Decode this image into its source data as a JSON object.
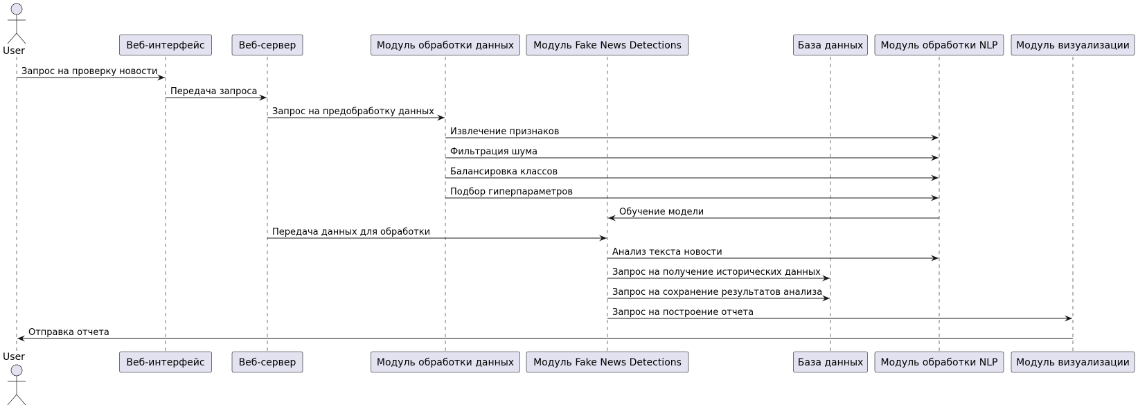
{
  "diagram": {
    "type": "sequence",
    "participants": [
      {
        "id": "user",
        "label": "User",
        "kind": "actor"
      },
      {
        "id": "web_ui",
        "label": "Веб-интерфейс",
        "kind": "participant"
      },
      {
        "id": "web_server",
        "label": "Веб-сервер",
        "kind": "participant"
      },
      {
        "id": "data_proc",
        "label": "Модуль обработки данных",
        "kind": "participant"
      },
      {
        "id": "fake_news",
        "label": "Модуль Fake News Detections",
        "kind": "participant"
      },
      {
        "id": "db",
        "label": "База данных",
        "kind": "participant"
      },
      {
        "id": "nlp",
        "label": "Модуль обработки NLP",
        "kind": "participant"
      },
      {
        "id": "viz",
        "label": "Модуль визуализации",
        "kind": "participant"
      }
    ],
    "messages": [
      {
        "from": "user",
        "to": "web_ui",
        "label": "Запрос на проверку новости"
      },
      {
        "from": "web_ui",
        "to": "web_server",
        "label": "Передача запроса"
      },
      {
        "from": "web_server",
        "to": "data_proc",
        "label": "Запрос на предобработку данных"
      },
      {
        "from": "data_proc",
        "to": "nlp",
        "label": "Извлечение признаков"
      },
      {
        "from": "data_proc",
        "to": "nlp",
        "label": "Фильтрация шума"
      },
      {
        "from": "data_proc",
        "to": "nlp",
        "label": "Балансировка классов"
      },
      {
        "from": "data_proc",
        "to": "nlp",
        "label": "Подбор гиперпараметров"
      },
      {
        "from": "nlp",
        "to": "fake_news",
        "label": "Обучение модели"
      },
      {
        "from": "web_server",
        "to": "fake_news",
        "label": "Передача данных для обработки"
      },
      {
        "from": "fake_news",
        "to": "nlp",
        "label": "Анализ текста новости"
      },
      {
        "from": "fake_news",
        "to": "db",
        "label": "Запрос на получение исторических данных"
      },
      {
        "from": "fake_news",
        "to": "db",
        "label": "Запрос на сохранение результатов анализа"
      },
      {
        "from": "fake_news",
        "to": "viz",
        "label": "Запрос на построение отчета"
      },
      {
        "from": "viz",
        "to": "user",
        "label": "Отправка отчета"
      }
    ]
  }
}
